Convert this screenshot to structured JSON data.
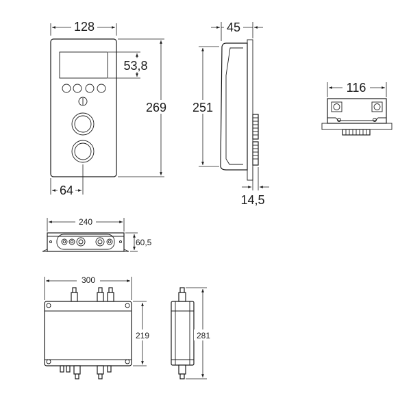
{
  "dimensions": {
    "panel_width": "128",
    "display_height": "53,8",
    "panel_height": "269",
    "panel_lower_width": "64",
    "side_depth": "45",
    "side_height": "251",
    "side_knob_depth": "14,5",
    "top_width": "116",
    "box_side_width": "240",
    "box_side_height": "60,5",
    "box_width": "300",
    "box_height": "219",
    "box_profile_height": "281"
  }
}
